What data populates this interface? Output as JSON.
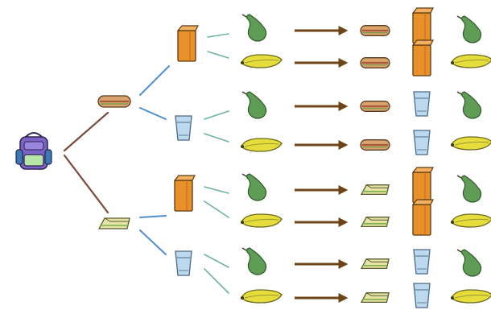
{
  "diagram": {
    "type": "tree",
    "root": {
      "item": "backpack",
      "icon": "backpack-icon"
    },
    "levels": [
      {
        "category": "main",
        "options": [
          {
            "item": "sandwich",
            "icon": "sandwich-icon"
          },
          {
            "item": "cut-sandwich",
            "icon": "cut-sandwich-icon"
          }
        ]
      },
      {
        "category": "drink",
        "options": [
          {
            "item": "juice-box",
            "icon": "juice-box-icon"
          },
          {
            "item": "glass-of-water",
            "icon": "water-glass-icon"
          }
        ]
      },
      {
        "category": "fruit",
        "options": [
          {
            "item": "pear",
            "icon": "pear-icon"
          },
          {
            "item": "banana",
            "icon": "banana-icon"
          }
        ]
      }
    ],
    "outcome_count": 8,
    "colors": {
      "main_branch": "#7a4a3a",
      "drink_branch": "#4f8fd0",
      "fruit_branch": "#6fb59a",
      "arrow": "#6e4418",
      "pear": "#5f9c55",
      "banana": "#e6dc3c",
      "juice": "#e8902a",
      "water": "#bcd9ee",
      "sandwich": "#d9a36b",
      "cut_sandwich": "#e6e3a6",
      "backpack": "#7a63c4"
    }
  }
}
